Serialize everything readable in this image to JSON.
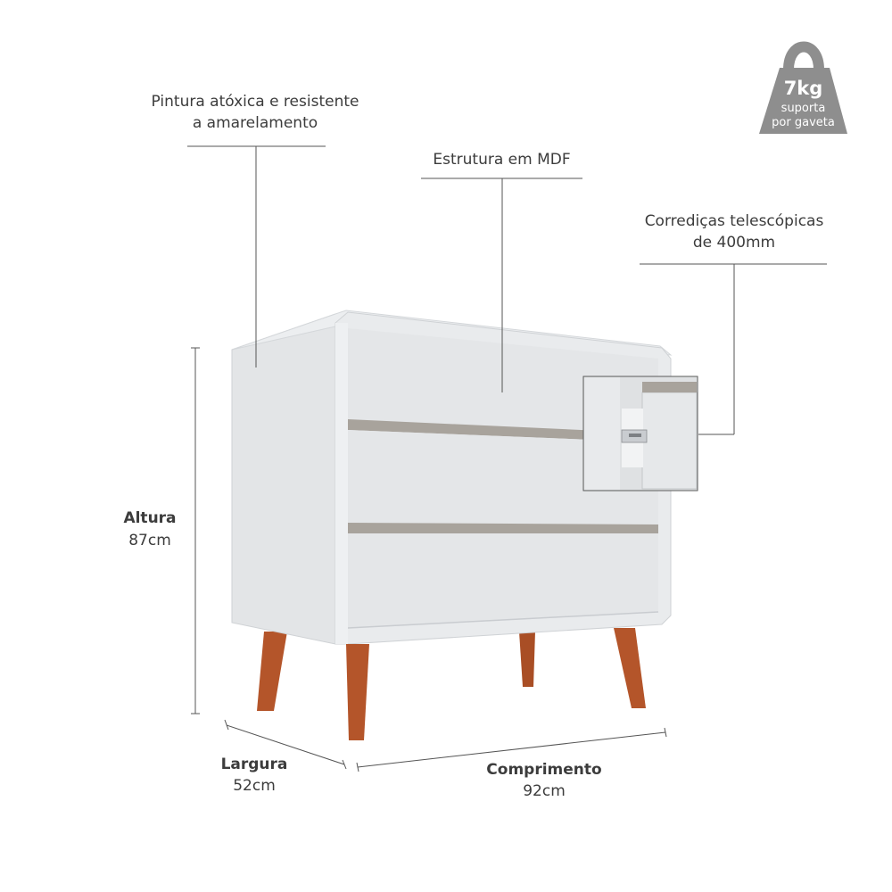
{
  "callouts": {
    "paint": {
      "line1": "Pintura atóxica e resistente",
      "line2": "a amarelamento"
    },
    "structure": {
      "line1": "Estrutura em  MDF"
    },
    "slides": {
      "line1": "Corrediças telescópicas",
      "line2": "de 400mm"
    }
  },
  "badge": {
    "weight": "7kg",
    "line1": "suporta",
    "line2": "por gaveta"
  },
  "dimensions": {
    "height": {
      "label": "Altura",
      "value": "87cm"
    },
    "width": {
      "label": "Largura",
      "value": "52cm"
    },
    "length": {
      "label": "Comprimento",
      "value": "92cm"
    }
  },
  "colors": {
    "cabinet": "#e4e6e8",
    "legs": "#b4552a",
    "badge": "#8e8e8e",
    "lines": "#555555"
  }
}
